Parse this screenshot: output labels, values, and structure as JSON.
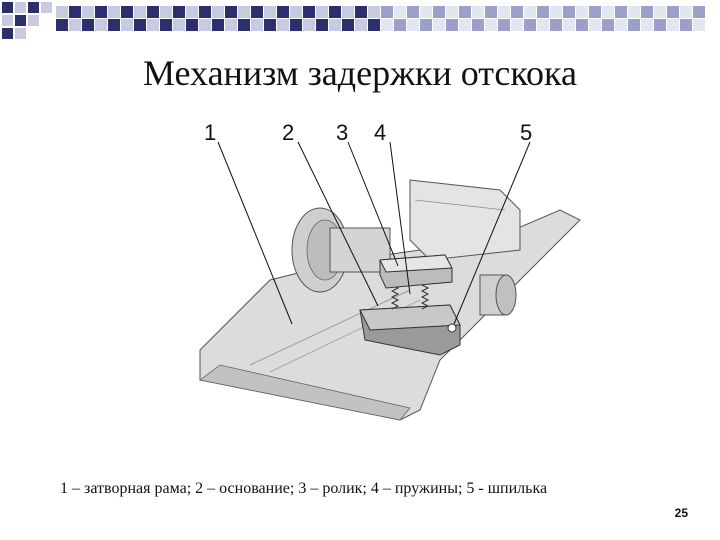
{
  "title": "Механизм задержки отскока",
  "figure": {
    "callouts": [
      "1",
      "2",
      "3",
      "4",
      "5"
    ]
  },
  "caption": "1 – затворная рама; 2 – основание; 3 – ролик; 4 – пружины; 5 - шпилька",
  "page_number": "25",
  "colors": {
    "accent_dark": "#2b2f6b",
    "accent_light": "#c7cae0",
    "frame_fill": "#d8d8d8",
    "frame_dark": "#9a9a9a"
  }
}
